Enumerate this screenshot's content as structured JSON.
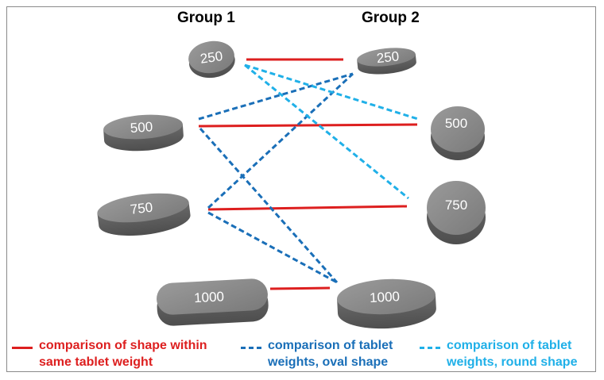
{
  "colors": {
    "same_weight": "#dd1f1f",
    "oval": "#1a6fb8",
    "round": "#20b0e8",
    "tablet": "#7a7a7a"
  },
  "groups": {
    "group1_title": "Group 1",
    "group2_title": "Group 2"
  },
  "group1_tablets": [
    "250",
    "500",
    "750",
    "1000"
  ],
  "group2_tablets": [
    "250",
    "500",
    "750",
    "1000"
  ],
  "legend": [
    {
      "text": "comparison of shape within\nsame tablet weight",
      "style": "solid",
      "color_key": "same_weight"
    },
    {
      "text": "comparison of tablet\nweights, oval shape",
      "style": "dashed",
      "color_key": "oval"
    },
    {
      "text": "comparison of tablet\nweights, round shape",
      "style": "dashed",
      "color_key": "round"
    }
  ]
}
